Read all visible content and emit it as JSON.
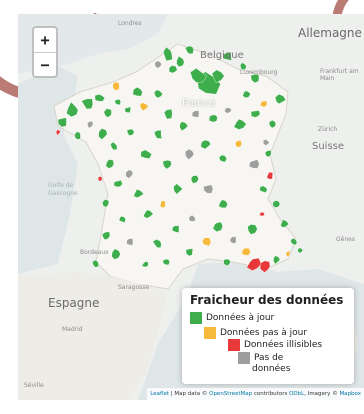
{
  "zoom": {
    "in_label": "+",
    "out_label": "−"
  },
  "labels": {
    "londres": "Londres",
    "belgique": "Belgique",
    "luxembourg": "Luxembourg",
    "allemagne": "Allemagne",
    "frankfurt": "Frankfurt am Main",
    "france": "France",
    "zurich": "Zürich",
    "suisse": "Suisse",
    "golfe": "Golfe de Gascogne",
    "espagne": "Espagne",
    "madrid": "Madrid",
    "seville": "Séville",
    "zaragoza": "Saragosse",
    "bordeaux": "Bordeaux",
    "genes": "Gênes"
  },
  "legend": {
    "title": "Fraicheur des données",
    "items": [
      {
        "label": "Données à jour",
        "color": "#3dae4b"
      },
      {
        "label": "Données pas à jour",
        "color": "#f6b93b"
      },
      {
        "label": "Données illisibles",
        "color": "#e8393a"
      },
      {
        "label_line1": "Pas de",
        "label_line2": "données",
        "color": "#9e9e9e"
      }
    ]
  },
  "attribution": {
    "leaflet": "Leaflet",
    "sep1": " | Map data © ",
    "osm": "OpenStreetMap",
    "contrib": " contributors ",
    "odbl": "ODbL",
    "imagery": ", Imagery © ",
    "mapbox": "Mapbox"
  },
  "colors": {
    "up_to_date": "#3dae4b",
    "outdated": "#f6b93b",
    "unreadable": "#e8393a",
    "no_data": "#9e9e9e",
    "land": "#f2efe9",
    "sea": "#c9dae3"
  }
}
